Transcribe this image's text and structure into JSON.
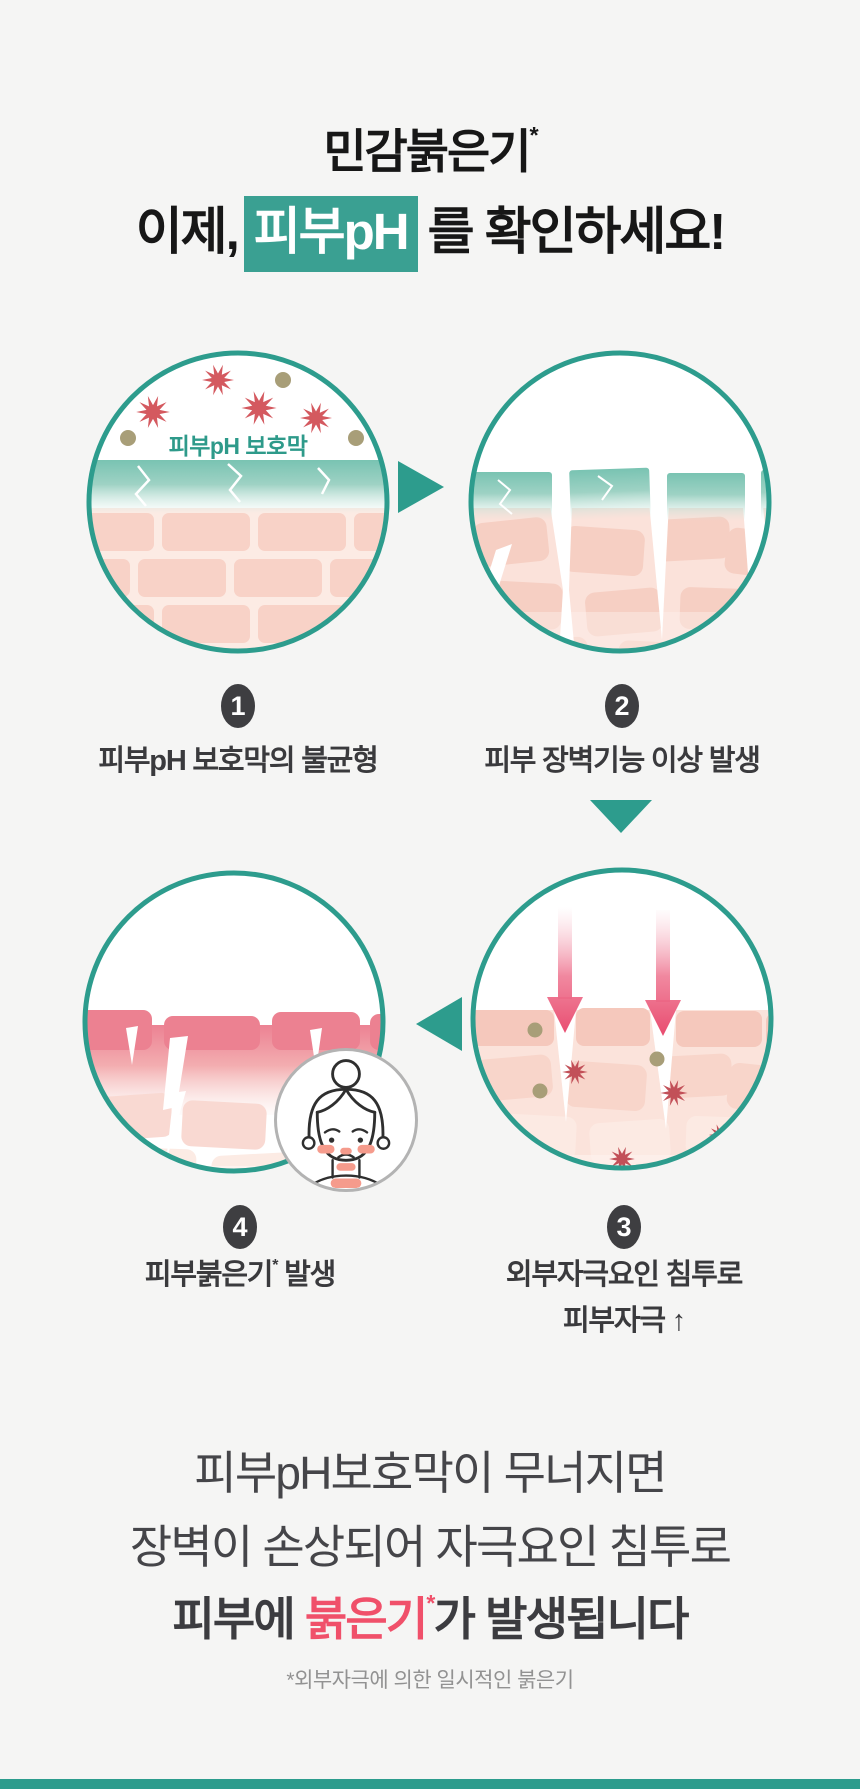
{
  "colors": {
    "background": "#f5f5f4",
    "teal": "#2d9c8d",
    "teal_highlight": "#3aa092",
    "badge_dark": "#3e3e41",
    "irritant_red": "#d4595f",
    "summary_pink": "#f0506a",
    "brick_pink": "#f8d2c7"
  },
  "header": {
    "line1_text": "민감붉은기",
    "line1_sup": "*",
    "line2_prefix": "이제,",
    "line2_highlight": "피부pH",
    "line2_suffix": "를 확인하세요!"
  },
  "diagram": {
    "barrier_label": "피부pH 보호막",
    "steps": [
      {
        "num": "1",
        "caption": "피부pH 보호막의 불균형"
      },
      {
        "num": "2",
        "caption": "피부 장벽기능 이상 발생"
      },
      {
        "num": "3",
        "caption_line1": "외부자극요인 침투로",
        "caption_line2": "피부자극 ↑"
      },
      {
        "num": "4",
        "caption_main": "피부붉은기",
        "caption_sup": "*",
        "caption_rest": " 발생"
      }
    ]
  },
  "summary": {
    "line1": "피부pH보호막이 무너지면",
    "line2": "장벽이 손상되어 자극요인 침투로",
    "line3_prefix": "피부에 ",
    "line3_highlight": "붉은기",
    "line3_sup": "*",
    "line3_suffix": "가 발생됩니다"
  },
  "footnote": "*외부자극에 의한 일시적인 붉은기"
}
